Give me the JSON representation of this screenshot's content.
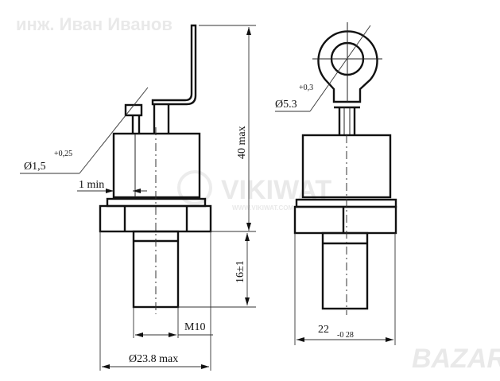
{
  "author_watermark": "инж. Иван Иванов",
  "site_watermark": "VIKIWAT",
  "site_watermark_url": "WWW.VIKIWAT.COM",
  "logo": "BAZAR",
  "dimensions": {
    "pin_diameter": {
      "base": "Ø1,5",
      "tolerance": "+0,25"
    },
    "pin_offset": "1 min",
    "height": "40 max",
    "stud_length": "16±1",
    "thread": "M10",
    "base_diameter": "Ø23.8 max",
    "ring_hole": {
      "base": "Ø5.3",
      "tolerance": "+0,3"
    },
    "hex_width": {
      "base": "22",
      "tolerance": "-0 28"
    }
  }
}
